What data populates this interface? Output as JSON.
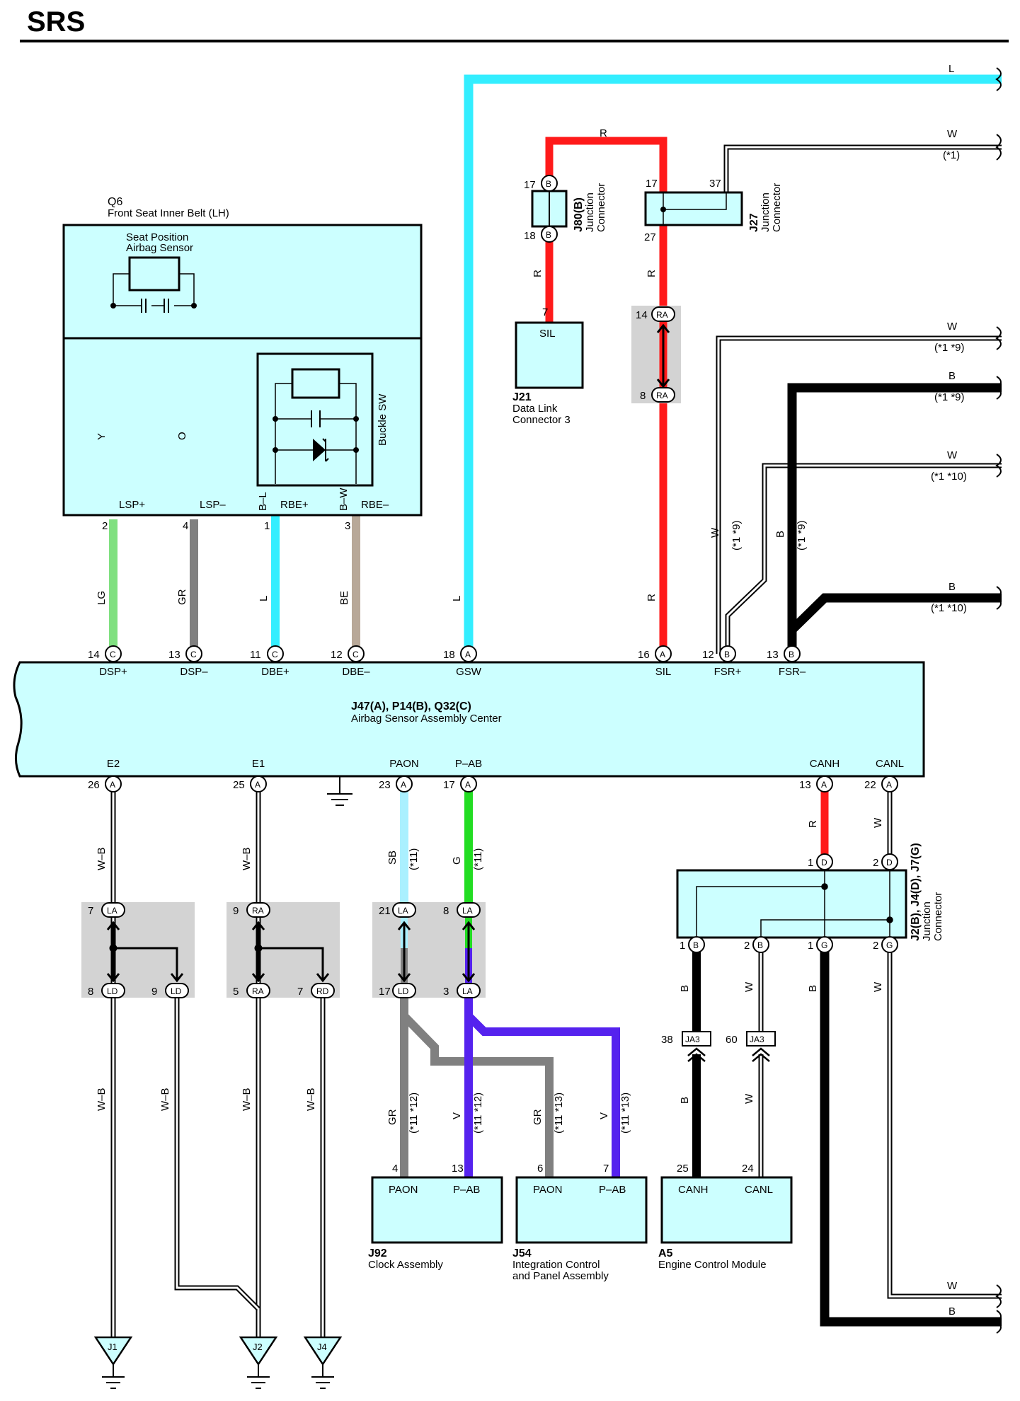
{
  "title": "SRS",
  "ecu": {
    "ref": "J47(A), P14(B), Q32(C)",
    "name": "Airbag Sensor Assembly Center",
    "top_terminals": [
      {
        "pin": "14",
        "conn": "C",
        "label": "DSP+"
      },
      {
        "pin": "13",
        "conn": "C",
        "label": "DSP–"
      },
      {
        "pin": "11",
        "conn": "C",
        "label": "DBE+"
      },
      {
        "pin": "12",
        "conn": "C",
        "label": "DBE–"
      },
      {
        "pin": "18",
        "conn": "A",
        "label": "GSW"
      },
      {
        "pin": "16",
        "conn": "A",
        "label": "SIL"
      },
      {
        "pin": "12",
        "conn": "B",
        "label": "FSR+"
      },
      {
        "pin": "13",
        "conn": "B",
        "label": "FSR–"
      }
    ],
    "bottom_terminals": [
      {
        "pin": "26",
        "conn": "A",
        "label": "E2"
      },
      {
        "pin": "25",
        "conn": "A",
        "label": "E1"
      },
      {
        "pin": "23",
        "conn": "A",
        "label": "PAON"
      },
      {
        "pin": "17",
        "conn": "A",
        "label": "P–AB"
      },
      {
        "pin": "13",
        "conn": "A",
        "label": "CANH"
      },
      {
        "pin": "22",
        "conn": "A",
        "label": "CANL"
      }
    ]
  },
  "q6": {
    "ref": "Q6",
    "name": "Front Seat Inner Belt (LH)",
    "sensor_line1": "Seat Position",
    "sensor_line2": "Airbag Sensor",
    "buckle_label": "Buckle SW",
    "labels": [
      "LSP+",
      "LSP–",
      "RBE+",
      "RBE–"
    ],
    "wire_labels": [
      "Y",
      "O",
      "B–L",
      "B–W"
    ],
    "pins": [
      "2",
      "4",
      "1",
      "3"
    ]
  },
  "j80": {
    "line1": "J80(B)",
    "line2": "Junction",
    "line3": "Connector",
    "pin_a": "17",
    "pin_b": "18",
    "conn": "B"
  },
  "j27": {
    "line1": "J27",
    "line2": "Junction",
    "line3": "Connector",
    "pin_a": "17",
    "pin_b": "37",
    "pin_c": "27"
  },
  "j21": {
    "ref": "J21",
    "line1": "Data Link",
    "line2": "Connector 3",
    "pin": "7",
    "term": "SIL"
  },
  "ra_top": {
    "pin1": "14",
    "pin2": "8",
    "conn": "RA"
  },
  "j2": {
    "line1": "J2(B), J4(D), J7(G)",
    "line2": "Junction",
    "line3": "Connector",
    "pins": [
      "1",
      "2",
      "1",
      "2",
      "1",
      "2"
    ],
    "conns": [
      "D",
      "D",
      "B",
      "B",
      "G",
      "G"
    ]
  },
  "ja3": {
    "label": "JA3",
    "pins": [
      "38",
      "60"
    ]
  },
  "j92": {
    "ref": "J92",
    "name": "Clock Assembly",
    "pins": [
      "4",
      "13"
    ],
    "terms": [
      "PAON",
      "P–AB"
    ]
  },
  "j54": {
    "ref": "J54",
    "name1": "Integration Control",
    "name2": "and Panel Assembly",
    "pins": [
      "6",
      "7"
    ],
    "terms": [
      "PAON",
      "P–AB"
    ]
  },
  "a5": {
    "ref": "A5",
    "name": "Engine Control Module",
    "pins": [
      "25",
      "24"
    ],
    "terms": [
      "CANH",
      "CANL"
    ]
  },
  "grounds": [
    "J1",
    "J2",
    "J4"
  ],
  "mid_connectors": {
    "g1": {
      "pins": [
        "7",
        "8",
        "9"
      ],
      "conns": [
        "LA",
        "LD",
        "LD"
      ]
    },
    "g2": {
      "pins": [
        "9",
        "5",
        "7"
      ],
      "conns": [
        "RA",
        "RA",
        "RD"
      ]
    },
    "g3": {
      "pins": [
        "21",
        "17",
        "8",
        "3"
      ],
      "conns": [
        "LA",
        "LD",
        "LA",
        "LA"
      ]
    }
  },
  "wire_colors": {
    "L": "#33eeff",
    "R": "#ff1a1a",
    "Y": "#f5dd1e",
    "O": "#ff8c1a",
    "LG": "#80e080",
    "GR": "#808080",
    "BE": "#b8a898",
    "SB": "#aaf0ff",
    "G": "#22dd22",
    "V": "#5522ee",
    "B": "#000000"
  },
  "wire_labels": {
    "L": "L",
    "R": "R",
    "W": "W",
    "B": "B",
    "LG": "LG",
    "GR": "GR",
    "BE": "BE",
    "SB": "SB",
    "G": "G",
    "V": "V",
    "WB": "W–B",
    "n1": "(*1)",
    "n19": "(*1 *9)",
    "n110": "(*1 *10)",
    "n11": "(*11)",
    "n1112": "(*11 *12)",
    "n1113": "(*11 *13)"
  }
}
